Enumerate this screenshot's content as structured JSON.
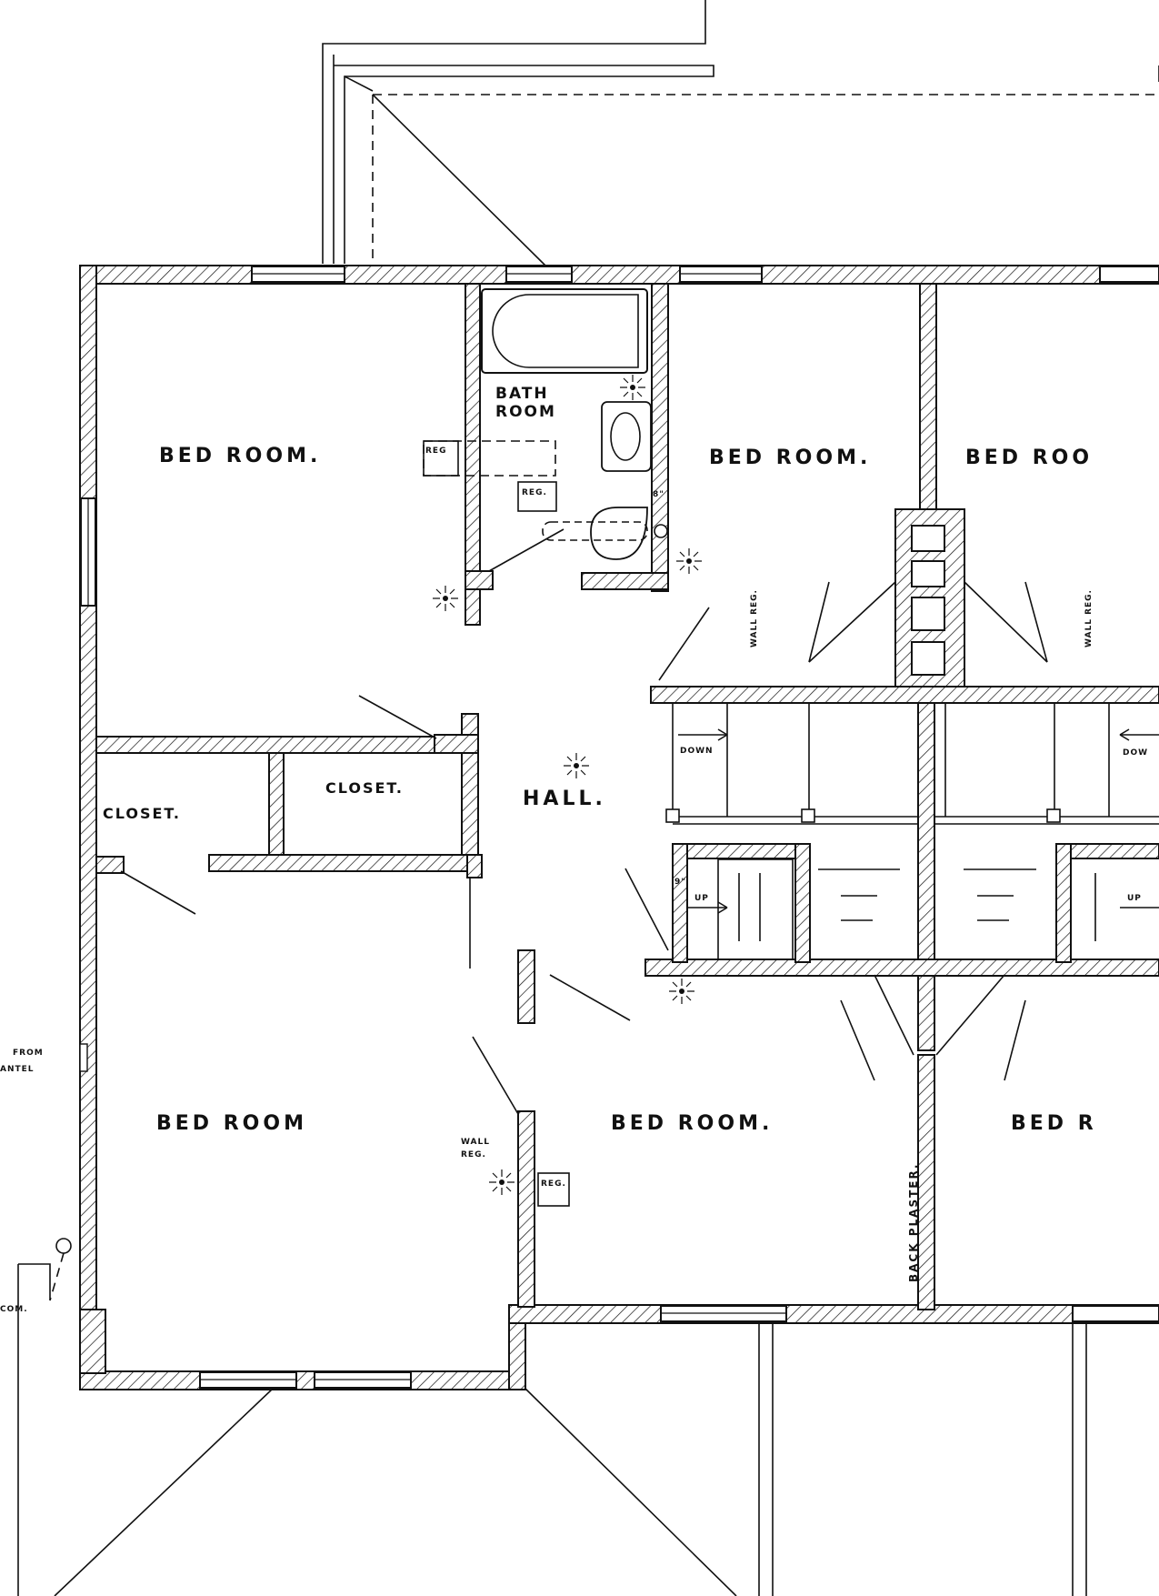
{
  "labels": {
    "bed_room_nw": "BED ROOM.",
    "bed_room_n_center": "BED ROOM.",
    "bed_room_ne": "BED ROO",
    "bed_room_sw": "BED ROOM",
    "bed_room_s_center": "BED ROOM.",
    "bed_room_se": "BED R",
    "bath_room_1": "BATH",
    "bath_room_2": "ROOM",
    "closet_left": "CLOSET.",
    "closet_center": "CLOSET.",
    "hall": "HALL.",
    "down_left": "DOWN",
    "down_right": "DOW",
    "up_left": "UP",
    "up_right": "UP",
    "reg_1": "REG",
    "reg_2": "REG.",
    "reg_3": "REG.",
    "wall_reg_1": "WALL REG.",
    "wall_reg_2": "WALL REG.",
    "wall_reg_3": "WALL",
    "wall_reg_3b": "REG.",
    "dim_8": "8\"",
    "dim_9": "9\"",
    "back_plaster": "BACK PLASTER.",
    "from_label": "FROM",
    "mantel_label": "ANTEL",
    "com_label": "COM."
  }
}
